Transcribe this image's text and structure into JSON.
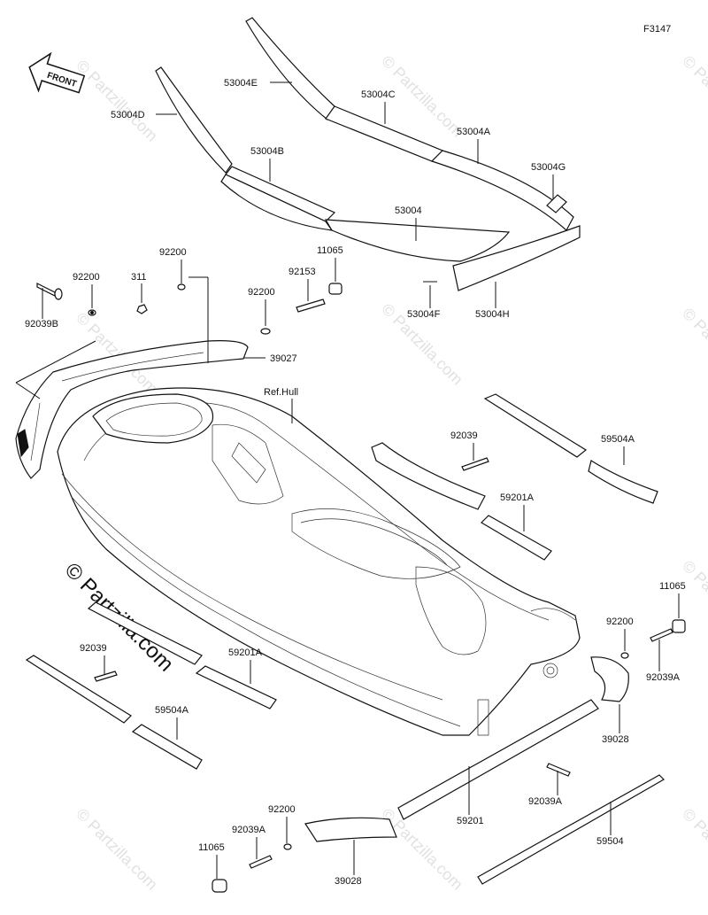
{
  "figure_code": "F3147",
  "front_label": "FRONT",
  "ref_label": "Ref.Hull",
  "watermark_big": "© Partzilla.com",
  "watermark_small": "© Partzilla.com",
  "parts": [
    {
      "id": "p-53004E",
      "text": "53004E"
    },
    {
      "id": "p-53004C",
      "text": "53004C"
    },
    {
      "id": "p-53004D",
      "text": "53004D"
    },
    {
      "id": "p-53004A",
      "text": "53004A"
    },
    {
      "id": "p-53004B",
      "text": "53004B"
    },
    {
      "id": "p-53004G",
      "text": "53004G"
    },
    {
      "id": "p-53004",
      "text": "53004"
    },
    {
      "id": "p-11065-top",
      "text": "11065"
    },
    {
      "id": "p-53004F",
      "text": "53004F"
    },
    {
      "id": "p-53004H",
      "text": "53004H"
    },
    {
      "id": "p-92200-a",
      "text": "92200"
    },
    {
      "id": "p-311",
      "text": "311"
    },
    {
      "id": "p-92153",
      "text": "92153"
    },
    {
      "id": "p-92200-b",
      "text": "92200"
    },
    {
      "id": "p-92200-c",
      "text": "92200"
    },
    {
      "id": "p-92039B",
      "text": "92039B"
    },
    {
      "id": "p-39027",
      "text": "39027"
    },
    {
      "id": "p-92039-r",
      "text": "92039"
    },
    {
      "id": "p-59504A-r",
      "text": "59504A"
    },
    {
      "id": "p-59201A-r",
      "text": "59201A"
    },
    {
      "id": "p-11065-r",
      "text": "11065"
    },
    {
      "id": "p-92200-r",
      "text": "92200"
    },
    {
      "id": "p-92039A-r",
      "text": "92039A"
    },
    {
      "id": "p-39028-r",
      "text": "39028"
    },
    {
      "id": "p-92039-l",
      "text": "92039"
    },
    {
      "id": "p-59201A-l",
      "text": "59201A"
    },
    {
      "id": "p-59504A-l",
      "text": "59504A"
    },
    {
      "id": "p-92039A-b",
      "text": "92039A"
    },
    {
      "id": "p-59201",
      "text": "59201"
    },
    {
      "id": "p-59504",
      "text": "59504"
    },
    {
      "id": "p-92200-bl",
      "text": "92200"
    },
    {
      "id": "p-92039A-bl",
      "text": "92039A"
    },
    {
      "id": "p-11065-bl",
      "text": "11065"
    },
    {
      "id": "p-39028-b",
      "text": "39028"
    }
  ]
}
